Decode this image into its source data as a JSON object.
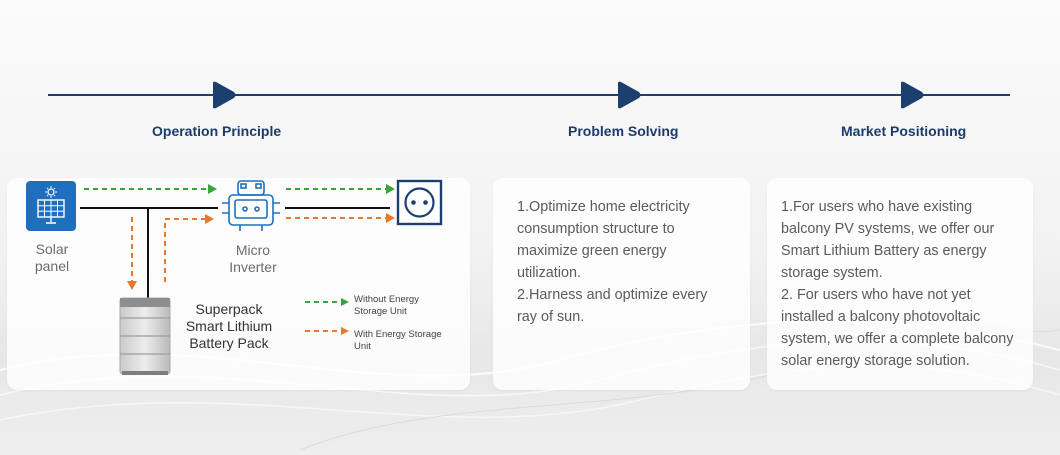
{
  "stages": [
    {
      "title": "Operation Principle"
    },
    {
      "title": "Problem Solving"
    },
    {
      "title": "Market Positioning"
    }
  ],
  "diagram": {
    "solar_label": [
      "Solar",
      "panel"
    ],
    "inverter_label": [
      "Micro",
      "Inverter"
    ],
    "battery_label": [
      "Superpack",
      "Smart Lithium",
      "Battery Pack"
    ],
    "legend": [
      {
        "lines": [
          "Without Energy",
          "Storage Unit"
        ],
        "color": "#3aa33a"
      },
      {
        "lines": [
          "With Energy Storage",
          "Unit"
        ],
        "color": "#e8782a"
      }
    ]
  },
  "problem_solving": {
    "lines": [
      "1.Optimize home electricity",
      "consumption structure to",
      "maximize green energy",
      "utilization.",
      "2.Harness and optimize every",
      "ray of sun."
    ]
  },
  "market_positioning": {
    "lines": [
      "1.For users who have existing",
      "balcony PV systems, we offer our",
      "Smart Lithium Battery as energy",
      "storage system.",
      "2. For users who have not yet",
      "installed a balcony photovoltaic",
      "system, we offer a complete balcony",
      "solar energy storage solution."
    ]
  },
  "colors": {
    "navy": "#1d3f6e",
    "green": "#3aa33a",
    "orange": "#e8782a",
    "panel_blue": "#1f6fc1"
  }
}
